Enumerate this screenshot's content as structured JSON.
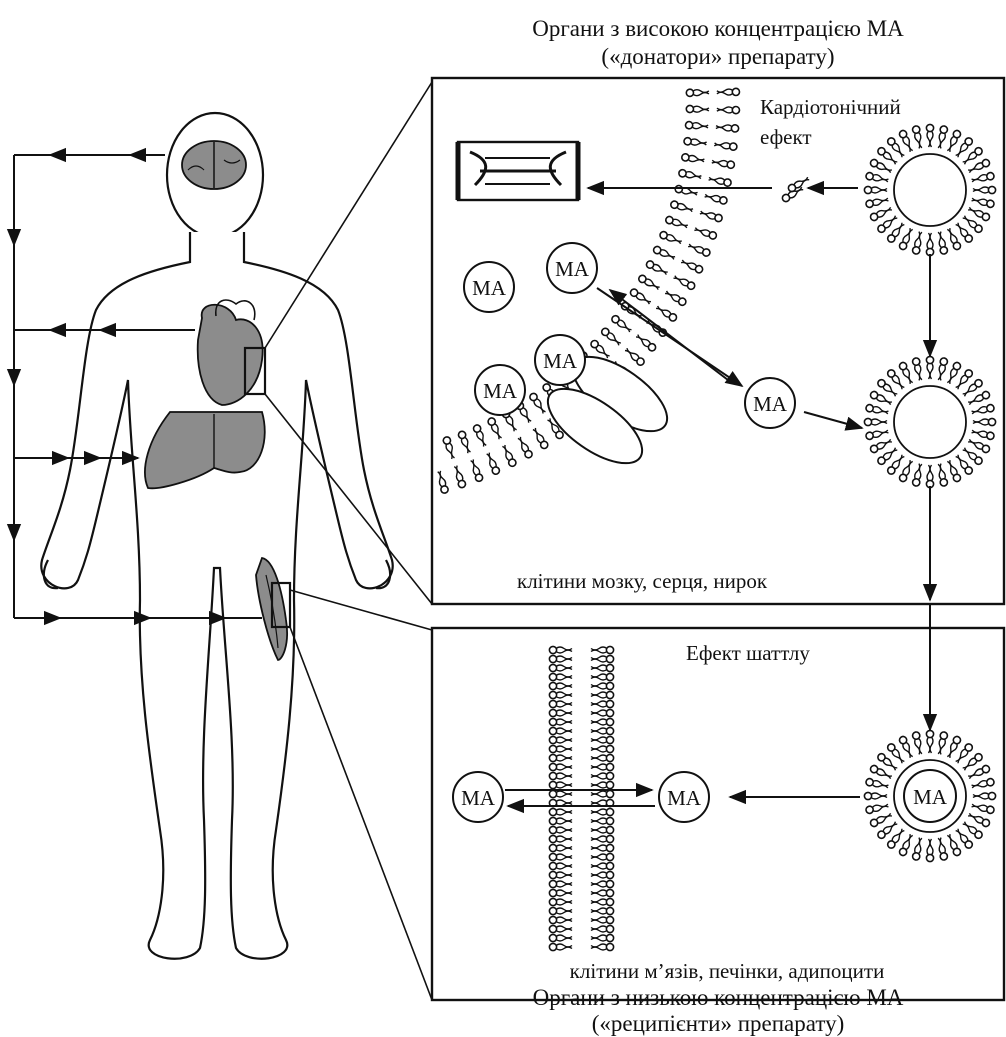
{
  "captions": {
    "top_line1": "Органи з високою концентрацією МА",
    "top_line2": "(«донатори» препарату)",
    "bottom_line1": "Органи з низькою концентрацією МА",
    "bottom_line2": "(«реципієнти» препарату)"
  },
  "upper_panel": {
    "effect_line1": "Кардіотонічний",
    "effect_line2": "ефект",
    "cells_label": "клітини мозку, серця, нирок",
    "molecule_label": "МА"
  },
  "lower_panel": {
    "effect_label": "Ефект шаттлу",
    "cells_label": "клітини м’язів, печінки, адипоцити",
    "molecule_label": "МА"
  },
  "colors": {
    "ink": "#111111",
    "organ_fill": "#8c8c8c",
    "background": "#ffffff"
  }
}
